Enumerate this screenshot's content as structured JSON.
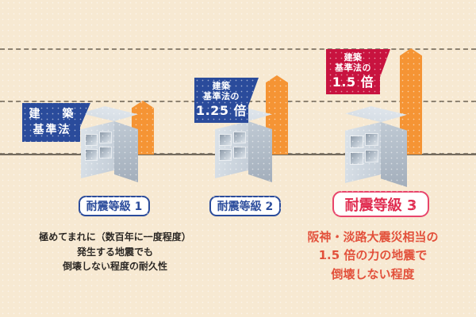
{
  "meta": {
    "title": "耐震等級の説明図",
    "background_color": "#f7e9d2",
    "navy": "#2a4b9b",
    "crimson": "#c8133f",
    "orange": "#f59434",
    "red_text": "#e2503a",
    "line_color": "#8d8271"
  },
  "columns": [
    {
      "flag": {
        "line1": "建　築",
        "line2": "基準法",
        "line3": "",
        "color": "navy"
      },
      "pill": "耐震等級 1",
      "caption": {
        "color": "dark",
        "lines": [
          "極めてまれに（数百年に一度程度）",
          "発生する地震でも",
          "倒壊しない程度の耐久性"
        ]
      }
    },
    {
      "flag": {
        "line1": "建築",
        "line2": "基準法の",
        "line3": "1.25 倍",
        "color": "navy"
      },
      "pill": "耐震等級 2",
      "caption": {
        "color": "dark",
        "lines": []
      }
    },
    {
      "flag": {
        "line1": "建築",
        "line2": "基準法の",
        "line3": "1.5 倍",
        "color": "crimson"
      },
      "pill": "耐震等級 3",
      "caption": {
        "color": "red",
        "lines": [
          "阪神・淡路大震災相当の",
          "1.5 倍の力の地震で",
          "倒壊しない程度"
        ]
      }
    }
  ]
}
